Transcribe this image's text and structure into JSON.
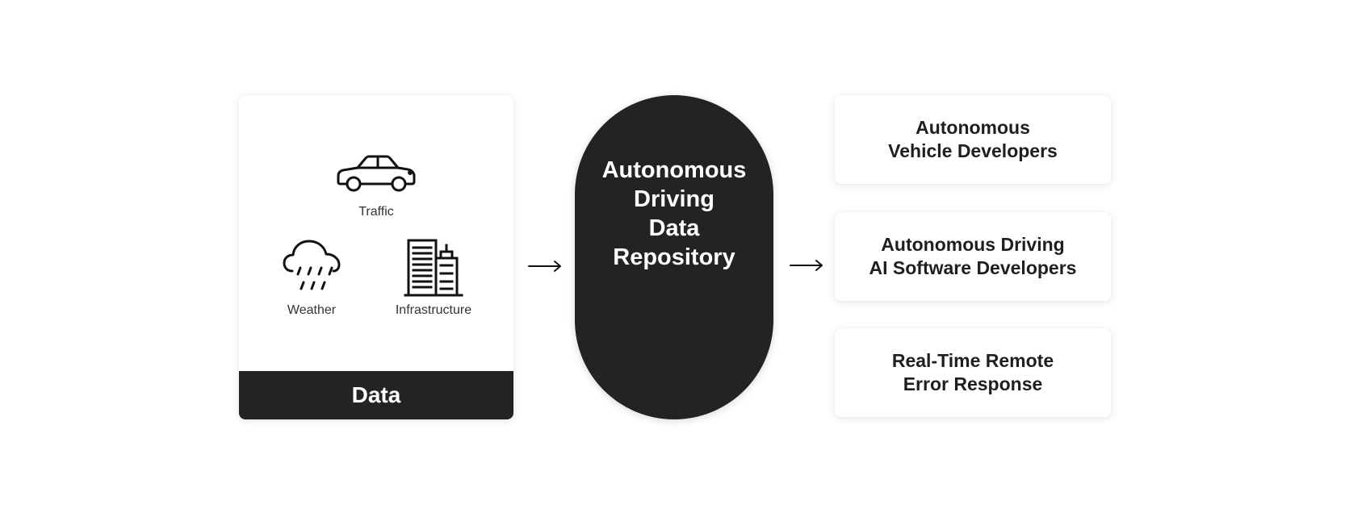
{
  "data_card": {
    "sources": [
      {
        "label": "Traffic",
        "icon": "car-icon"
      },
      {
        "label": "Weather",
        "icon": "rain-cloud-icon"
      },
      {
        "label": "Infrastructure",
        "icon": "buildings-icon"
      }
    ],
    "footer_label": "Data"
  },
  "repository": {
    "lines": [
      "Autonomous",
      "Driving",
      "Data",
      "Repository"
    ]
  },
  "outputs": [
    {
      "lines": [
        "Autonomous",
        "Vehicle Developers"
      ]
    },
    {
      "lines": [
        "Autonomous Driving",
        "AI Software Developers"
      ]
    },
    {
      "lines": [
        "Real-Time Remote",
        "Error Response"
      ]
    }
  ],
  "colors": {
    "dark": "#232323",
    "card": "#ffffff",
    "background": "#ffffff"
  }
}
